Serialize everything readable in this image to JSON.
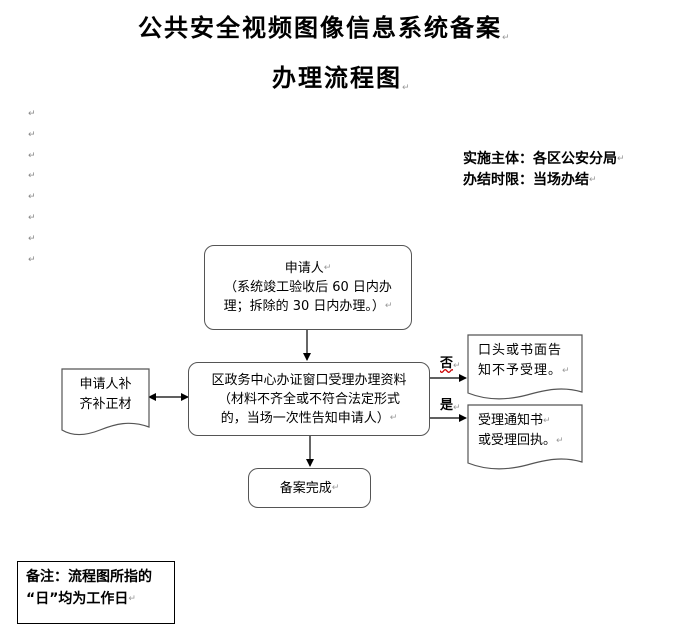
{
  "document": {
    "title_line1": "公共安全视频图像信息系统备案",
    "title_line2": "办理流程图",
    "paragraph_mark": "↵",
    "implementer": "实施主体：各区公安分局",
    "time_limit": "办结时限：当场办结"
  },
  "flowchart": {
    "start": {
      "title": "申请人",
      "detail_line1": "（系统竣工验收后 60 日内办",
      "detail_line2": "理；拆除的 30 日内办理。）"
    },
    "process": {
      "line1": "区政务中心办证窗口受理办理资料",
      "line2": "（材料不齐全或不符合法定形式",
      "line3": "的，当场一次性告知申请人）"
    },
    "supplement": {
      "line1": "申请人补",
      "line2": "齐补正材"
    },
    "reject_label": "否",
    "accept_label": "是",
    "reject_result": {
      "line1": "口头或书面告",
      "line2": "知不予受理。"
    },
    "accept_result": {
      "line1": "受理通知书",
      "line2": "或受理回执。"
    },
    "end": {
      "label": "备案完成"
    }
  },
  "note": {
    "line1": "备注：流程图所指的",
    "line2": "“日”均为工作日"
  }
}
